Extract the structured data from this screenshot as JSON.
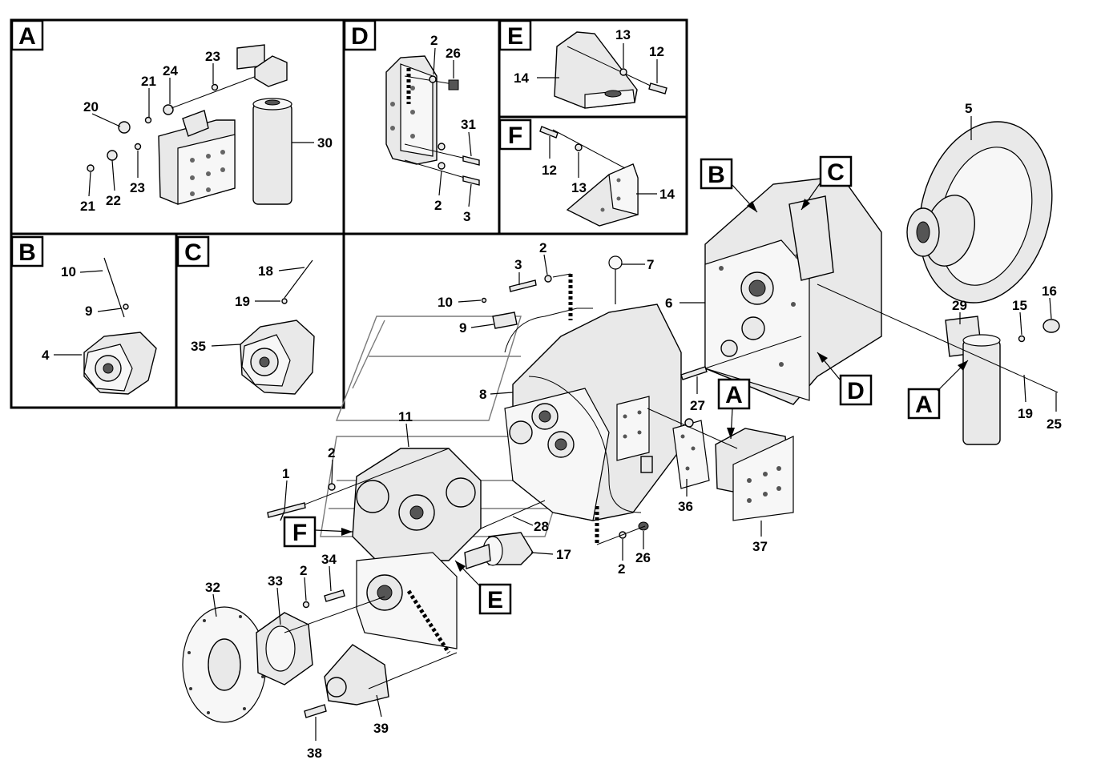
{
  "insets": [
    {
      "id": "A",
      "letter": "A",
      "parts": [
        "20",
        "21",
        "24",
        "23",
        "21",
        "22",
        "23",
        "30"
      ]
    },
    {
      "id": "D",
      "letter": "D",
      "parts": [
        "2",
        "26",
        "31",
        "2",
        "3"
      ]
    },
    {
      "id": "E",
      "letter": "E",
      "parts": [
        "13",
        "12",
        "14"
      ]
    },
    {
      "id": "F",
      "letter": "F",
      "parts": [
        "12",
        "13",
        "14"
      ]
    },
    {
      "id": "B",
      "letter": "B",
      "parts": [
        "10",
        "9",
        "4"
      ]
    },
    {
      "id": "C",
      "letter": "C",
      "parts": [
        "18",
        "19",
        "35"
      ]
    }
  ],
  "main_callouts": {
    "letters": [
      "B",
      "C",
      "A",
      "D",
      "A",
      "F",
      "E"
    ],
    "numbers": [
      "5",
      "3",
      "2",
      "7",
      "6",
      "10",
      "9",
      "16",
      "29",
      "15",
      "8",
      "27",
      "19",
      "25",
      "11",
      "2",
      "1",
      "36",
      "28",
      "37",
      "17",
      "26",
      "2",
      "34",
      "2",
      "33",
      "32",
      "39",
      "38"
    ]
  },
  "colors": {
    "line": "#000000",
    "fill": "#e9e9e9",
    "background": "#ffffff"
  }
}
